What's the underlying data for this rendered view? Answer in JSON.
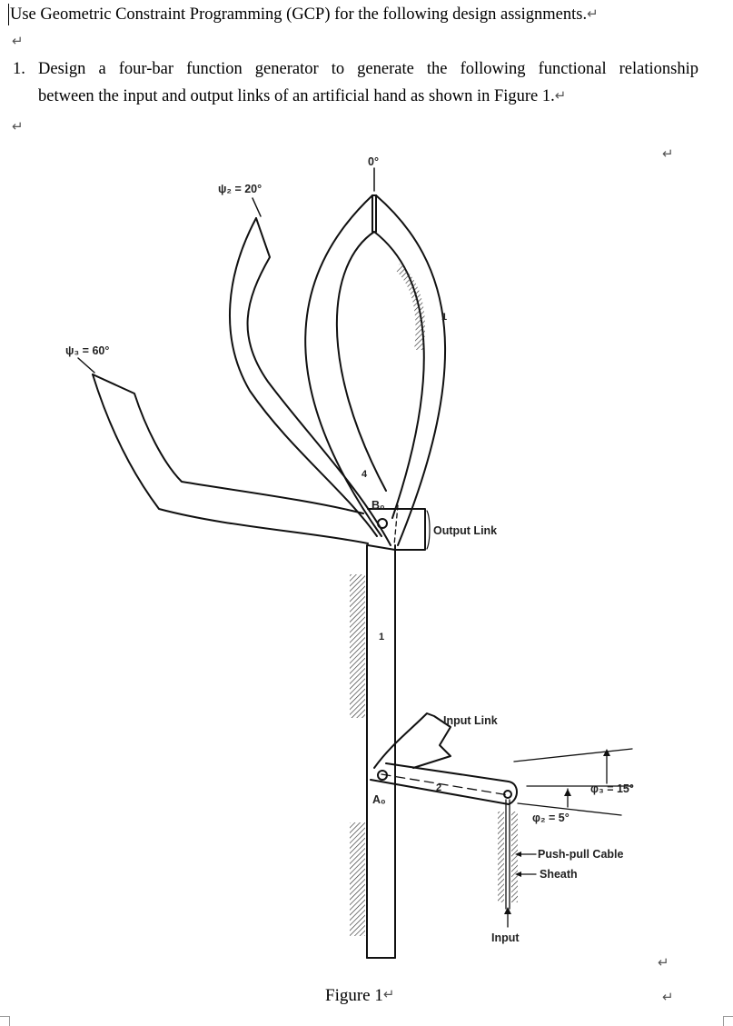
{
  "document": {
    "intro": "Use Geometric Constraint Programming (GCP) for the following design assignments.",
    "item": {
      "number": "1.",
      "line1": "Design a four-bar function generator to generate the following functional relationship",
      "line2": "between the input and output links of an artificial hand as shown in Figure 1."
    },
    "paragraph_mark": "↵",
    "caption": "Figure 1"
  },
  "figure": {
    "labels": {
      "zero_angle": "0°",
      "psi2": "ψ₂ = 20°",
      "psi3": "ψ₃ = 60°",
      "link1_top": "1",
      "link4": "4",
      "pivot_b0": "B₀",
      "output_link": "Output Link",
      "link1_ground": "1",
      "input_link": "Input Link",
      "link2": "2",
      "pivot_a0": "A₀",
      "phi3": "φ₃ = 15°",
      "phi2": "φ₂ = 5°",
      "push_pull_cable": "Push-pull Cable",
      "sheath": "Sheath",
      "input": "Input"
    }
  }
}
